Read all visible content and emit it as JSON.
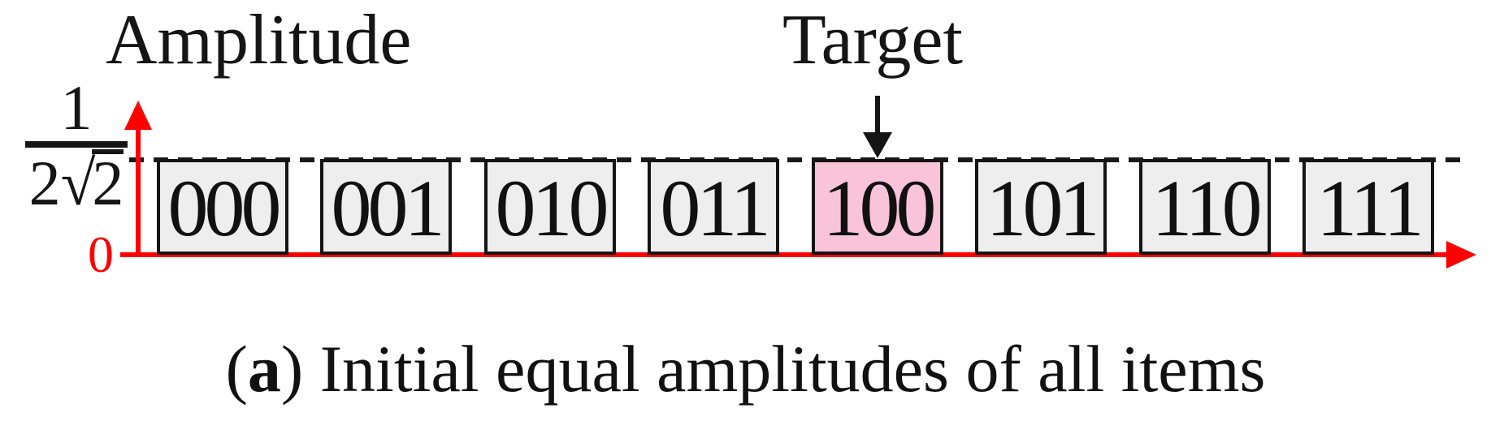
{
  "figure": {
    "y_axis_title": "Amplitude",
    "target_annotation": "Target",
    "y_max_label": {
      "numerator": "1",
      "coefficient": "2",
      "radical": "√",
      "radicand": "2"
    },
    "origin_label": "0",
    "caption": {
      "open": "(",
      "index": "a",
      "rest": ") Initial equal amplitudes of all items"
    }
  },
  "chart_data": {
    "type": "bar",
    "title": "",
    "xlabel": "",
    "ylabel": "Amplitude",
    "categories": [
      "000",
      "001",
      "010",
      "011",
      "100",
      "101",
      "110",
      "111"
    ],
    "values": [
      0.354,
      0.354,
      0.354,
      0.354,
      0.354,
      0.354,
      0.354,
      0.354
    ],
    "value_exact": "1/(2√2)",
    "y_ticks": [
      "0",
      "1/(2√2)"
    ],
    "ylim": [
      0,
      0.45
    ],
    "grid": false,
    "legend": false,
    "target_index": 4,
    "target_category": "100",
    "annotations": [
      {
        "text": "Target",
        "points_to": "100"
      }
    ],
    "dashed_reference_level": "1/(2√2)",
    "colors": {
      "bar_fill": "#eeeeee",
      "target_bar_fill": "#f9c3da",
      "bar_border": "#151515",
      "axis_color": "#ff0000",
      "dashed_line_color": "#1a1a1a",
      "origin_label_color": "#ff0000",
      "text_color": "#111111"
    }
  }
}
